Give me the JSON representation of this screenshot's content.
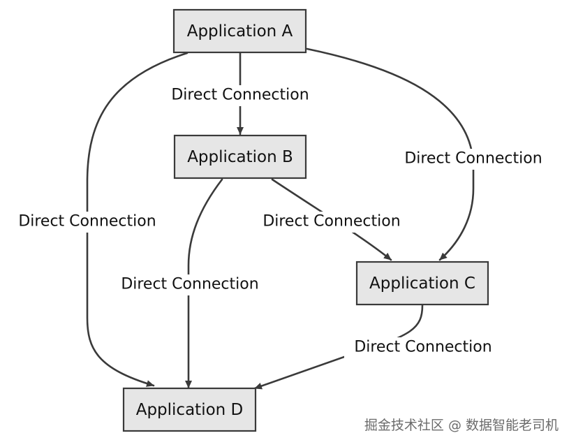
{
  "nodes": {
    "a": {
      "label": "Application A"
    },
    "b": {
      "label": "Application B"
    },
    "c": {
      "label": "Application C"
    },
    "d": {
      "label": "Application D"
    }
  },
  "edges": [
    {
      "from": "A",
      "to": "B",
      "label": "Direct Connection"
    },
    {
      "from": "A",
      "to": "D",
      "label": "Direct Connection"
    },
    {
      "from": "A",
      "to": "C",
      "label": "Direct Connection"
    },
    {
      "from": "B",
      "to": "C",
      "label": "Direct Connection"
    },
    {
      "from": "B",
      "to": "D",
      "label": "Direct Connection"
    },
    {
      "from": "C",
      "to": "D",
      "label": "Direct Connection"
    }
  ],
  "watermark": "掘金技术社区 @ 数据智能老司机",
  "colors": {
    "node_fill": "#e6e6e6",
    "stroke": "#3a3a3a",
    "text": "#111111",
    "watermark": "#6b6b6b",
    "background": "#ffffff"
  }
}
